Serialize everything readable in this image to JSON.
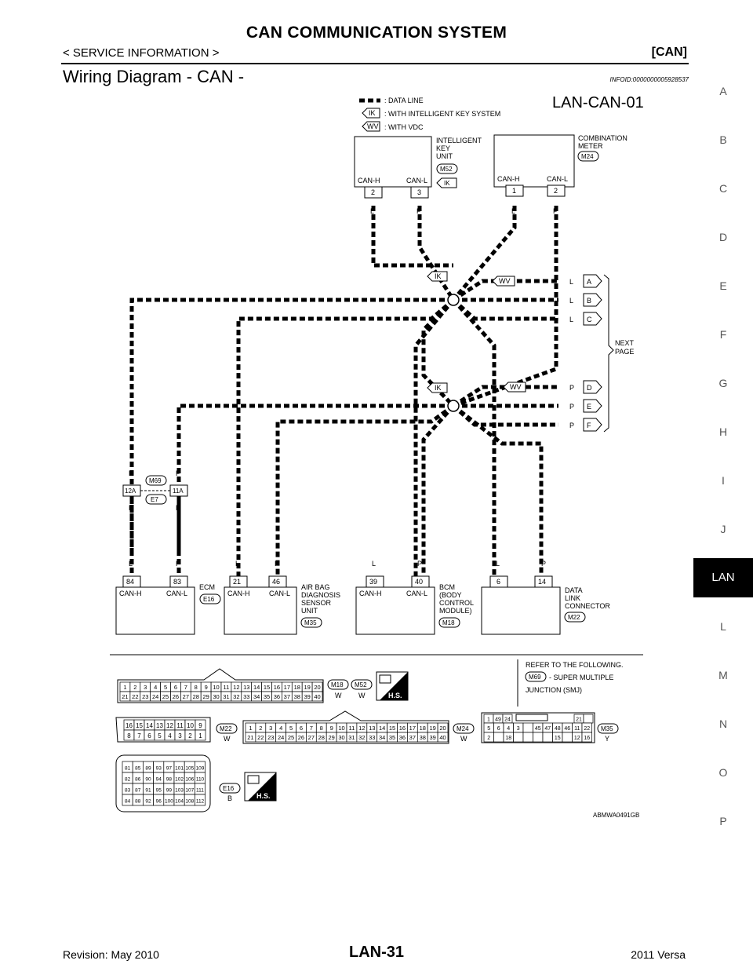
{
  "header": {
    "title": "CAN COMMUNICATION SYSTEM",
    "subtitle": "< SERVICE INFORMATION >",
    "tag": "[CAN]"
  },
  "section": {
    "title": "Wiring Diagram - CAN -",
    "infoid": "INFOID:0000000005928537"
  },
  "sidebar": {
    "letters": [
      "A",
      "B",
      "C",
      "D",
      "E",
      "F",
      "G",
      "H",
      "I",
      "J",
      "LAN",
      "L",
      "M",
      "N",
      "O",
      "P"
    ],
    "active": "LAN"
  },
  "diagram": {
    "code": "LAN-CAN-01",
    "legend": {
      "data_line": ": DATA LINE",
      "ik_tag": "IK",
      "ik_desc": ": WITH INTELLIGENT KEY SYSTEM",
      "wv_tag": "WV",
      "wv_desc": ": WITH VDC"
    },
    "ik_unit": {
      "name1": "INTELLIGENT",
      "name2": "KEY",
      "name3": "UNIT",
      "conn": "M52",
      "tag": "IK",
      "h_label": "CAN-H",
      "l_label": "CAN-L",
      "pin_h": "2",
      "pin_l": "3",
      "wire_h": "L",
      "wire_l": "P"
    },
    "meter": {
      "name1": "COMBINATION",
      "name2": "METER",
      "conn": "M24",
      "h_label": "CAN-H",
      "l_label": "CAN-L",
      "pin_h": "1",
      "pin_l": "2",
      "wire_h": "L",
      "wire_l": "P"
    },
    "next_page": {
      "l1": "NEXT",
      "l2": "PAGE",
      "refs": [
        "A",
        "B",
        "C",
        "D",
        "E",
        "F"
      ],
      "wires": [
        "L",
        "L",
        "L",
        "P",
        "P",
        "P"
      ]
    },
    "junction_tags": {
      "ik": "IK",
      "wv": "WV"
    },
    "joint": {
      "conn_top": "M69",
      "conn_bot": "E7",
      "pin_l": "12A",
      "pin_r": "11A",
      "wire_l": "L",
      "wire_r": "P"
    },
    "ecm": {
      "name": "ECM",
      "conn": "E16",
      "pin_h": "84",
      "pin_l": "83",
      "h_label": "CAN-H",
      "l_label": "CAN-L",
      "wire_h": "L",
      "wire_l": "P"
    },
    "airbag": {
      "name1": "AIR BAG",
      "name2": "DIAGNOSIS",
      "name3": "SENSOR",
      "name4": "UNIT",
      "conn": "M35",
      "pin_h": "21",
      "pin_l": "46",
      "h_label": "CAN-H",
      "l_label": "CAN-L",
      "wire_h": "L",
      "wire_l": "P"
    },
    "bcm": {
      "name1": "BCM",
      "name2": "(BODY",
      "name3": "CONTROL",
      "name4": "MODULE)",
      "conn": "M18",
      "pin_h": "39",
      "pin_l": "40",
      "h_label": "CAN-H",
      "l_label": "CAN-L",
      "wire_h": "L",
      "wire_l": "P"
    },
    "dlc": {
      "name1": "DATA",
      "name2": "LINK",
      "name3": "CONNECTOR",
      "conn": "M22",
      "pin_h": "6",
      "pin_l": "14",
      "wire_h": "L",
      "wire_l": "P"
    },
    "refer": {
      "line1": "REFER TO THE FOLLOWING.",
      "conn": "M69",
      "line2": "- SUPER MULTIPLE",
      "line3": "JUNCTION (SMJ)"
    },
    "faces": {
      "m18": "M18",
      "m18_color": "W",
      "m52": "M52",
      "m52_color": "W",
      "hs": "H.S.",
      "m22": "M22",
      "m22_color": "W",
      "m24": "M24",
      "m24_color": "W",
      "m35": "M35",
      "m35_color": "Y",
      "e16": "E16",
      "e16_color": "B",
      "pins40_top": [
        "1",
        "2",
        "3",
        "4",
        "5",
        "6",
        "7",
        "8",
        "9",
        "10",
        "11",
        "12",
        "13",
        "14",
        "15",
        "16",
        "17",
        "18",
        "19",
        "20"
      ],
      "pins40_bot": [
        "21",
        "22",
        "23",
        "24",
        "25",
        "26",
        "27",
        "28",
        "29",
        "30",
        "31",
        "32",
        "33",
        "34",
        "35",
        "36",
        "37",
        "38",
        "39",
        "40"
      ],
      "pins16_top": [
        "16",
        "15",
        "14",
        "13",
        "12",
        "11",
        "10",
        "9"
      ],
      "pins16_bot": [
        "8",
        "7",
        "6",
        "5",
        "4",
        "3",
        "2",
        "1"
      ],
      "m35_r1": [
        "1",
        "49",
        "24",
        "",
        "",
        "",
        "",
        "",
        "21",
        ""
      ],
      "m35_r2": [
        "5",
        "6",
        "4",
        "3",
        "",
        "45",
        "47",
        "48",
        "46",
        "11",
        "22"
      ],
      "m35_r3": [
        "2",
        "",
        "18",
        "",
        "",
        "",
        "",
        "15",
        "",
        "12",
        "16"
      ],
      "e16_rows": [
        [
          "81",
          "85",
          "89",
          "93",
          "97",
          "101",
          "105",
          "109"
        ],
        [
          "82",
          "86",
          "90",
          "94",
          "98",
          "102",
          "106",
          "110"
        ],
        [
          "83",
          "87",
          "91",
          "95",
          "99",
          "103",
          "107",
          "111"
        ],
        [
          "84",
          "88",
          "92",
          "96",
          "100",
          "104",
          "108",
          "112"
        ]
      ]
    },
    "figure_id": "ABMWA0491GB"
  },
  "footer": {
    "revision": "Revision: May 2010",
    "page": "LAN-31",
    "model": "2011 Versa"
  }
}
